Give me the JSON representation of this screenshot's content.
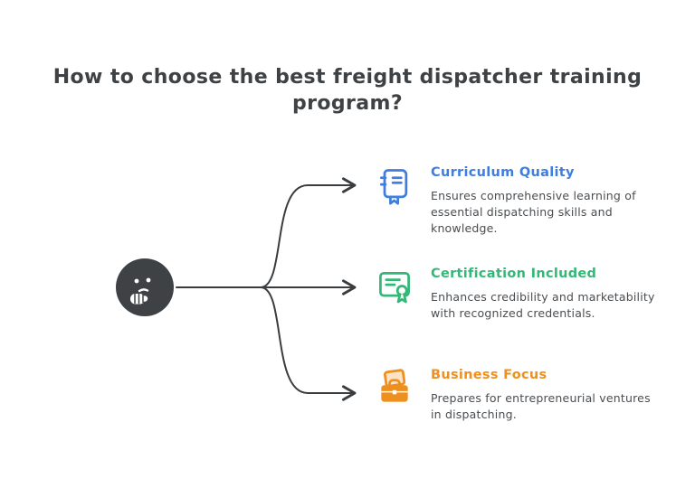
{
  "title": "How to choose the best freight dispatcher training program?",
  "colors": {
    "background": "#ffffff",
    "title_text": "#3f4245",
    "body_text": "#4a4d50",
    "arrow": "#3a3d40",
    "thinker_circle": "#3f4245",
    "item1_accent": "#3d7ee0",
    "item2_accent": "#34b877",
    "item3_accent": "#ee8f1e"
  },
  "thinker": {
    "icon": "thinking-face-icon"
  },
  "items": [
    {
      "icon": "book-icon",
      "color": "#3d7ee0",
      "title": "Curriculum Quality",
      "description": "Ensures comprehensive learning of essential dispatching skills and knowledge."
    },
    {
      "icon": "certificate-icon",
      "color": "#34b877",
      "title": "Certification Included",
      "description": "Enhances credibility and marketability with recognized credentials."
    },
    {
      "icon": "briefcase-icon",
      "color": "#ee8f1e",
      "title": "Business Focus",
      "description": "Prepares for entrepreneurial ventures in dispatching."
    }
  ]
}
